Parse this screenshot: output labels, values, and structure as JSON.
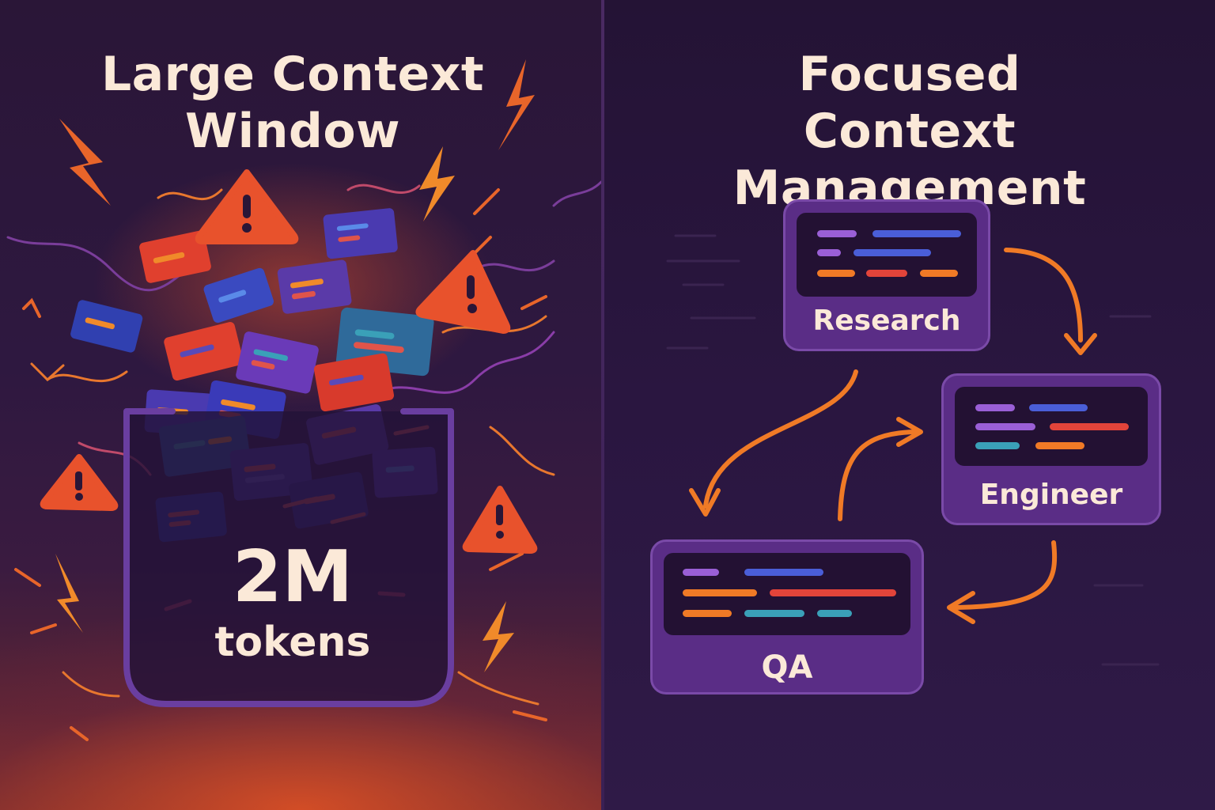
{
  "left_panel": {
    "title_line1": "Large Context",
    "title_line2": "Window",
    "bucket": {
      "value": "2M",
      "unit": "tokens"
    }
  },
  "right_panel": {
    "title_line1": "Focused",
    "title_line2": "Context Management",
    "nodes": {
      "research": {
        "label": "Research"
      },
      "engineer": {
        "label": "Engineer"
      },
      "qa": {
        "label": "QA"
      }
    },
    "flow": [
      "Research → Engineer",
      "Research → QA",
      "QA → Engineer",
      "Engineer → QA"
    ]
  },
  "colors": {
    "title_text": "#fbe9d8",
    "accent_orange": "#f07a26",
    "warning_red": "#e04a2c",
    "node_purple": "#5a2d86",
    "line_purple": "#9a5fd6",
    "line_blue": "#4a5ed8",
    "line_red": "#e2443a",
    "line_teal": "#3aa0b8"
  }
}
